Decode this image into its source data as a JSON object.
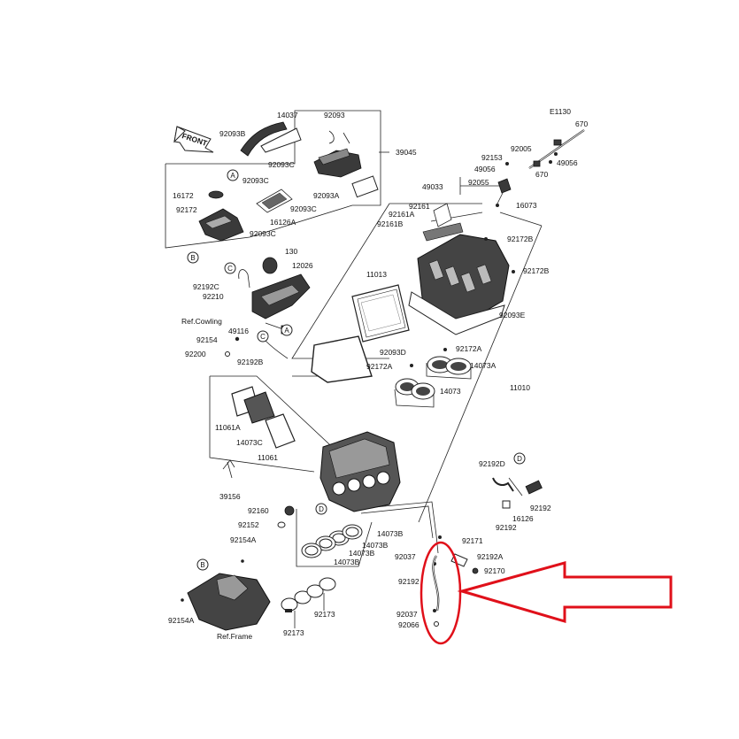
{
  "diagram": {
    "code": "E1130",
    "front_label": "FRONT",
    "highlight_color": "#e0101a",
    "callouts": {
      "c14037": "14037",
      "c92093": "92093",
      "c92093B": "92093B",
      "c39045": "39045",
      "c92093C_a": "92093C",
      "c16172": "16172",
      "c92093C_b": "92093C",
      "c92093A": "92093A",
      "c92172": "92172",
      "c16126A": "16126A",
      "c92093C_c": "92093C",
      "c92093C_d": "92093C",
      "c130": "130",
      "c12026": "12026",
      "c92192C": "92192C",
      "c92210": "92210",
      "c_refcowling": "Ref.Cowling",
      "c49116": "49116",
      "c92154": "92154",
      "c92200": "92200",
      "c92192B": "92192B",
      "c11013": "11013",
      "c92093D": "92093D",
      "c92172A_a": "92172A",
      "c92172A_b": "92172A",
      "c14073A": "14073A",
      "c14073": "14073",
      "c11010": "11010",
      "c92093E": "92093E",
      "c92172B_a": "92172B",
      "c92172B_b": "92172B",
      "c92161": "92161",
      "c92161A": "92161A",
      "c92161B": "92161B",
      "c49033": "49033",
      "c92055": "92055",
      "c16073": "16073",
      "c49056_a": "49056",
      "c92153": "92153",
      "c92005": "92005",
      "c670_a": "670",
      "c670_b": "670",
      "c49056_b": "49056",
      "c11061A": "11061A",
      "c14073C": "14073C",
      "c11061": "11061",
      "c39156": "39156",
      "c92160": "92160",
      "c92152": "92152",
      "c92154A_a": "92154A",
      "c92154A_b": "92154A",
      "c_refframe": "Ref.Frame",
      "c14073B_a": "14073B",
      "c14073B_b": "14073B",
      "c14073B_c": "14073B",
      "c14073B_d": "14073B",
      "c92173_a": "92173",
      "c92173_b": "92173",
      "c92171": "92171",
      "c92037_a": "92037",
      "c92192A": "92192A",
      "c92170": "92170",
      "c92192_a": "92192",
      "c92037_b": "92037",
      "c92066": "92066",
      "c92192D": "92192D",
      "c16126": "16126",
      "c92192_b": "92192",
      "c92192_c": "92192"
    },
    "ref_circles": {
      "A1": "A",
      "B1": "B",
      "C1": "C",
      "C2": "C",
      "A2": "A",
      "D1": "D",
      "D2": "D",
      "B2": "B"
    }
  }
}
